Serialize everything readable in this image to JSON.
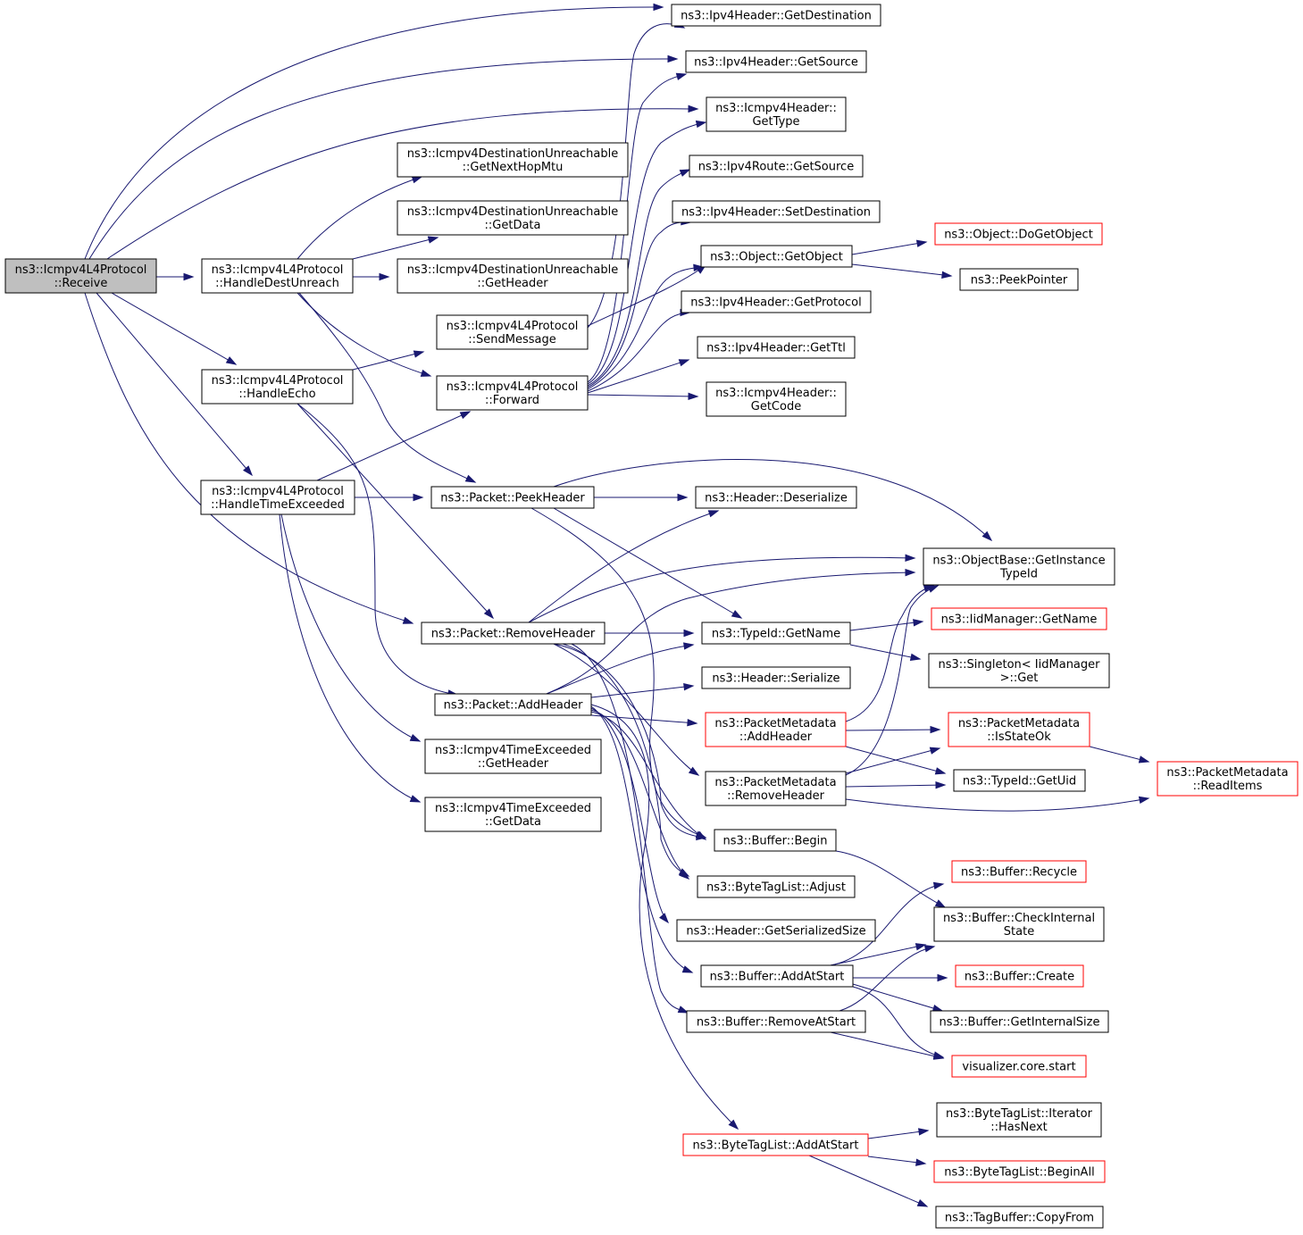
{
  "nodes": [
    {
      "id": "receive",
      "lines": [
        "ns3::Icmpv4L4Protocol",
        "::Receive"
      ],
      "style": "root",
      "interactable": true
    },
    {
      "id": "handle-dest-unreach",
      "lines": [
        "ns3::Icmpv4L4Protocol",
        "::HandleDestUnreach"
      ]
    },
    {
      "id": "handle-echo",
      "lines": [
        "ns3::Icmpv4L4Protocol",
        "::HandleEcho"
      ]
    },
    {
      "id": "handle-time-exceeded",
      "lines": [
        "ns3::Icmpv4L4Protocol",
        "::HandleTimeExceeded"
      ]
    },
    {
      "id": "ipv4header-getdestination",
      "lines": [
        "ns3::Ipv4Header::GetDestination"
      ]
    },
    {
      "id": "ipv4header-getsource",
      "lines": [
        "ns3::Ipv4Header::GetSource"
      ]
    },
    {
      "id": "icmpv4header-gettype",
      "lines": [
        "ns3::Icmpv4Header::",
        "GetType"
      ]
    },
    {
      "id": "destunreach-getnexthopmtu",
      "lines": [
        "ns3::Icmpv4DestinationUnreachable",
        "::GetNextHopMtu"
      ]
    },
    {
      "id": "destunreach-getdata",
      "lines": [
        "ns3::Icmpv4DestinationUnreachable",
        "::GetData"
      ]
    },
    {
      "id": "destunreach-getheader",
      "lines": [
        "ns3::Icmpv4DestinationUnreachable",
        "::GetHeader"
      ]
    },
    {
      "id": "ipv4route-getsource",
      "lines": [
        "ns3::Ipv4Route::GetSource"
      ]
    },
    {
      "id": "ipv4header-setdestination",
      "lines": [
        "ns3::Ipv4Header::SetDestination"
      ]
    },
    {
      "id": "object-getobject",
      "lines": [
        "ns3::Object::GetObject"
      ]
    },
    {
      "id": "object-dogetobject",
      "lines": [
        "ns3::Object::DoGetObject"
      ],
      "style": "red"
    },
    {
      "id": "peekpointer",
      "lines": [
        "ns3::PeekPointer"
      ]
    },
    {
      "id": "sendmessage",
      "lines": [
        "ns3::Icmpv4L4Protocol",
        "::SendMessage"
      ]
    },
    {
      "id": "forward",
      "lines": [
        "ns3::Icmpv4L4Protocol",
        "::Forward"
      ]
    },
    {
      "id": "ipv4header-getprotocol",
      "lines": [
        "ns3::Ipv4Header::GetProtocol"
      ]
    },
    {
      "id": "ipv4header-getttl",
      "lines": [
        "ns3::Ipv4Header::GetTtl"
      ]
    },
    {
      "id": "icmpv4header-getcode",
      "lines": [
        "ns3::Icmpv4Header::",
        "GetCode"
      ]
    },
    {
      "id": "packet-peekheader",
      "lines": [
        "ns3::Packet::PeekHeader"
      ]
    },
    {
      "id": "header-deserialize",
      "lines": [
        "ns3::Header::Deserialize"
      ]
    },
    {
      "id": "objectbase-getinstancetypeid",
      "lines": [
        "ns3::ObjectBase::GetInstance",
        "TypeId"
      ]
    },
    {
      "id": "packet-removeheader",
      "lines": [
        "ns3::Packet::RemoveHeader"
      ]
    },
    {
      "id": "typeid-getname",
      "lines": [
        "ns3::TypeId::GetName"
      ]
    },
    {
      "id": "iidmanager-getname",
      "lines": [
        "ns3::IidManager::GetName"
      ],
      "style": "red"
    },
    {
      "id": "singleton-get",
      "lines": [
        "ns3::Singleton< IidManager",
        ">::Get"
      ]
    },
    {
      "id": "header-serialize",
      "lines": [
        "ns3::Header::Serialize"
      ]
    },
    {
      "id": "packet-addheader",
      "lines": [
        "ns3::Packet::AddHeader"
      ]
    },
    {
      "id": "packetmetadata-addheader",
      "lines": [
        "ns3::PacketMetadata",
        "::AddHeader"
      ],
      "style": "red"
    },
    {
      "id": "packetmetadata-isstateok",
      "lines": [
        "ns3::PacketMetadata",
        "::IsStateOk"
      ],
      "style": "red"
    },
    {
      "id": "timeexceeded-getheader",
      "lines": [
        "ns3::Icmpv4TimeExceeded",
        "::GetHeader"
      ]
    },
    {
      "id": "packetmetadata-readitems",
      "lines": [
        "ns3::PacketMetadata",
        "::ReadItems"
      ],
      "style": "red"
    },
    {
      "id": "packetmetadata-removeheader",
      "lines": [
        "ns3::PacketMetadata",
        "::RemoveHeader"
      ]
    },
    {
      "id": "typeid-getuid",
      "lines": [
        "ns3::TypeId::GetUid"
      ]
    },
    {
      "id": "timeexceeded-getdata",
      "lines": [
        "ns3::Icmpv4TimeExceeded",
        "::GetData"
      ]
    },
    {
      "id": "buffer-begin",
      "lines": [
        "ns3::Buffer::Begin"
      ]
    },
    {
      "id": "buffer-recycle",
      "lines": [
        "ns3::Buffer::Recycle"
      ],
      "style": "red"
    },
    {
      "id": "bytetaglist-adjust",
      "lines": [
        "ns3::ByteTagList::Adjust"
      ]
    },
    {
      "id": "buffer-checkinternalstate",
      "lines": [
        "ns3::Buffer::CheckInternal",
        "State"
      ]
    },
    {
      "id": "header-getserializedsize",
      "lines": [
        "ns3::Header::GetSerializedSize"
      ]
    },
    {
      "id": "buffer-addatstart",
      "lines": [
        "ns3::Buffer::AddAtStart"
      ]
    },
    {
      "id": "buffer-create",
      "lines": [
        "ns3::Buffer::Create"
      ],
      "style": "red"
    },
    {
      "id": "buffer-removeatstart",
      "lines": [
        "ns3::Buffer::RemoveAtStart"
      ]
    },
    {
      "id": "buffer-getinternalsize",
      "lines": [
        "ns3::Buffer::GetInternalSize"
      ]
    },
    {
      "id": "visualizer-core-start",
      "lines": [
        "visualizer.core.start"
      ],
      "style": "red"
    },
    {
      "id": "bytetaglist-iterator-hasnext",
      "lines": [
        "ns3::ByteTagList::Iterator",
        "::HasNext"
      ]
    },
    {
      "id": "bytetaglist-addatstart",
      "lines": [
        "ns3::ByteTagList::AddAtStart"
      ],
      "style": "red"
    },
    {
      "id": "bytetaglist-beginall",
      "lines": [
        "ns3::ByteTagList::BeginAll"
      ],
      "style": "red"
    },
    {
      "id": "tagbuffer-copyfrom",
      "lines": [
        "ns3::TagBuffer::CopyFrom"
      ]
    }
  ],
  "colors": {
    "edge": "#191970",
    "root_fill": "#bfbfbf",
    "node_stroke": "#000000",
    "external_stroke": "#ff0000"
  }
}
